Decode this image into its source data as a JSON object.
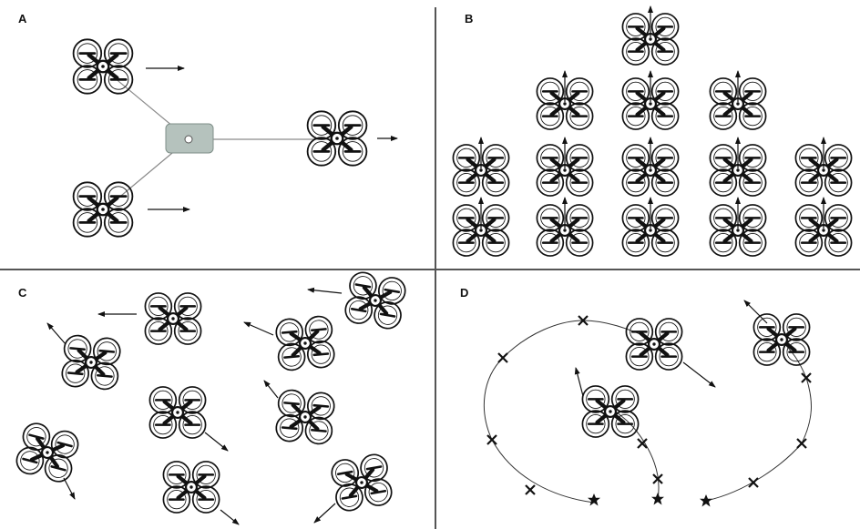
{
  "figure": {
    "panels": [
      {
        "label": "A"
      },
      {
        "label": "B"
      },
      {
        "label": "C"
      },
      {
        "label": "D"
      }
    ]
  },
  "colors": {
    "ink": "#111111",
    "line": "#8a8a8a",
    "leader_fill": "#b5c2bd",
    "leader_stroke": "#7f8f89",
    "divider": "#555555"
  },
  "icons": {
    "drone": "quadcopter-icon",
    "arrow": "heading-arrow-icon",
    "waypoint": "x-mark-icon",
    "goal": "star-icon",
    "leader": "leader-node-icon"
  }
}
